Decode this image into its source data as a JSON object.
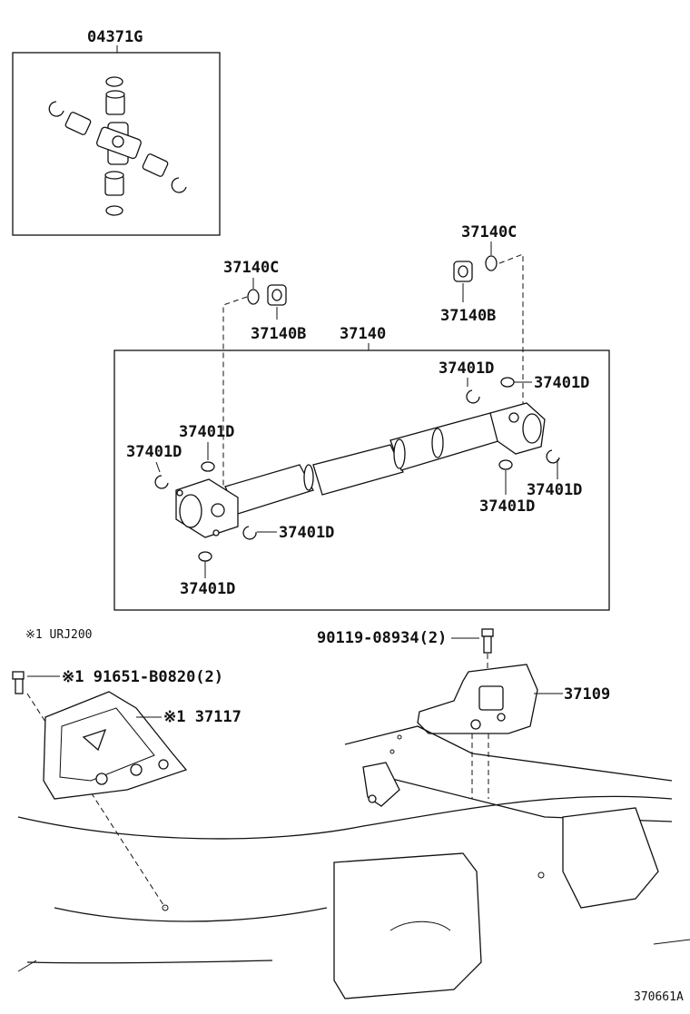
{
  "diagram_id": "370661A",
  "kit": {
    "part_no": "04371G"
  },
  "shaft_assembly": {
    "part_no": "37140"
  },
  "parts": {
    "p37140C_left": "37140C",
    "p37140C_right": "37140C",
    "p37140B_left": "37140B",
    "p37140B_right": "37140B",
    "p37401D_a": "37401D",
    "p37401D_b": "37401D",
    "p37401D_c": "37401D",
    "p37401D_d": "37401D",
    "p37401D_e": "37401D",
    "p37401D_f": "37401D",
    "p37401D_g": "37401D",
    "p37401D_h": "37401D",
    "bolt_right": "90119-08934(2)",
    "bracket_right": "37109",
    "bolt_left": "※1 91651-B0820(2)",
    "bracket_left": "※1 37117"
  },
  "footnote": "※1 URJ200"
}
